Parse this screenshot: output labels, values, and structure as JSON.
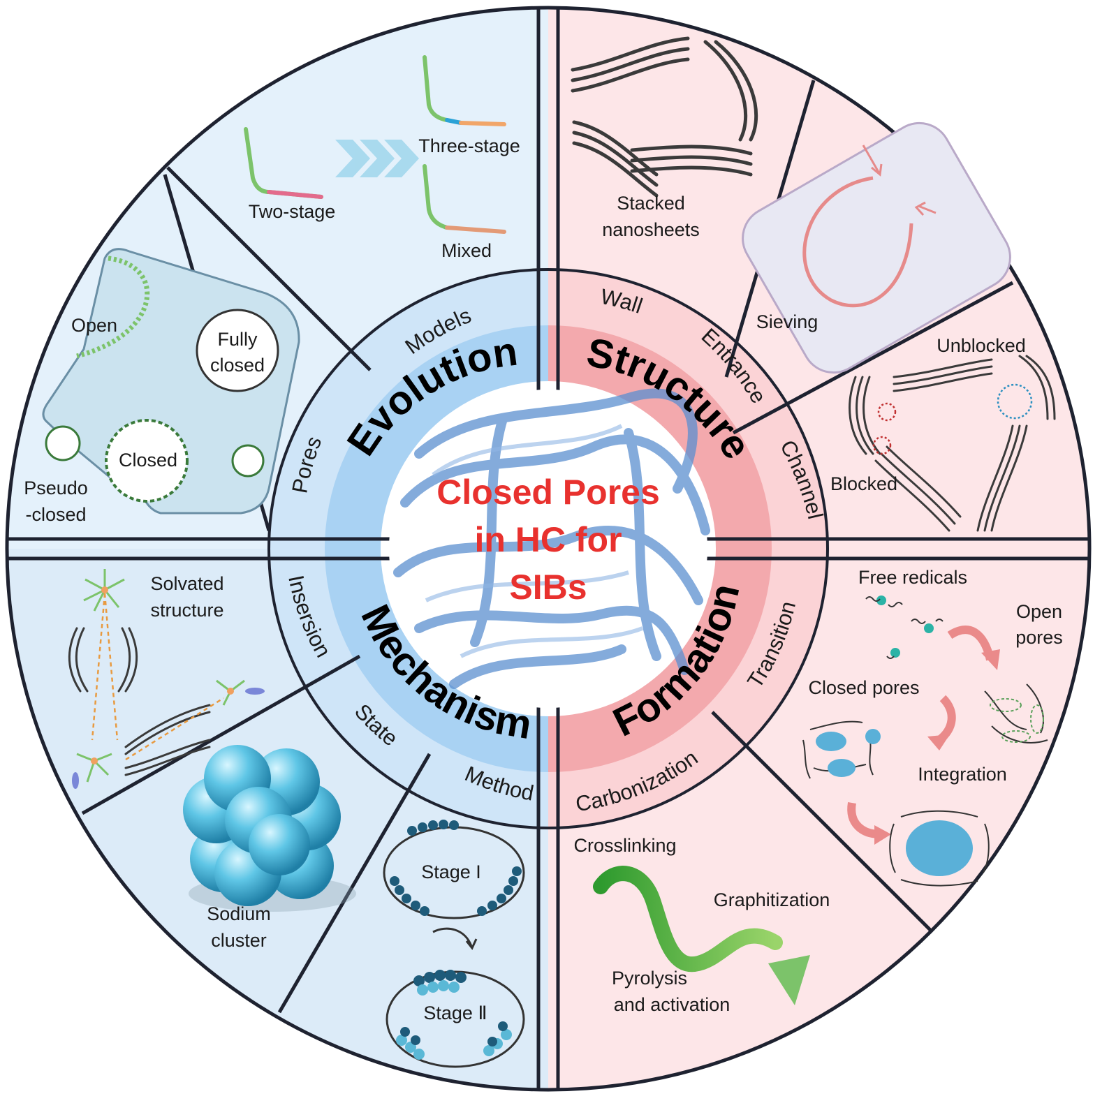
{
  "center_title": [
    "Closed Pores",
    "in HC for",
    "SIBs"
  ],
  "quadrants": {
    "evolution": "Evolution",
    "structure": "Structure",
    "mechanism": "Mechanism",
    "formation": "Formation"
  },
  "ring_labels": {
    "models": "Models",
    "pores": "Pores",
    "wall": "Wall",
    "entrance": "Entrance",
    "channel": "Channel",
    "insersion": "Insersion",
    "state": "State",
    "method": "Method",
    "transition": "Transition",
    "carbonization": "Carbonization"
  },
  "evolution_models": {
    "two_stage": "Two-stage",
    "three_stage": "Three-stage",
    "mixed": "Mixed"
  },
  "evolution_pores": {
    "open": "Open",
    "fully_closed": [
      "Fully",
      "closed"
    ],
    "closed": "Closed",
    "pseudo_closed": [
      "Pseudo",
      "-closed"
    ]
  },
  "structure_wall": [
    "Stacked",
    "nanosheets"
  ],
  "structure_entrance": "Sieving",
  "structure_channel": {
    "unblocked": "Unblocked",
    "blocked": "Blocked"
  },
  "mechanism_insersion": [
    "Solvated",
    "structure"
  ],
  "mechanism_state": [
    "Sodium",
    "cluster"
  ],
  "mechanism_method": {
    "stage1": "Stage I",
    "stage2": "Stage Ⅱ"
  },
  "formation_transition": {
    "free_radicals": "Free redicals",
    "open_pores": [
      "Open",
      "pores"
    ],
    "closed_pores": "Closed pores",
    "integration": "Integration"
  },
  "formation_carbonization": {
    "crosslinking": "Crosslinking",
    "graphitization": "Graphitization",
    "pyrolysis": [
      "Pyrolysis",
      "and activation"
    ]
  },
  "colors": {
    "blue_panel": "#e4f1fb",
    "blue_ring_inner": "#a9d2f3",
    "blue_ring_outer": "#cfe5f8",
    "pink_panel": "#fde6e8",
    "pink_ring_inner": "#f3a9ad",
    "pink_ring_outer": "#fbd3d6",
    "center_text": "#e8312e",
    "separator": "#1e2230"
  }
}
